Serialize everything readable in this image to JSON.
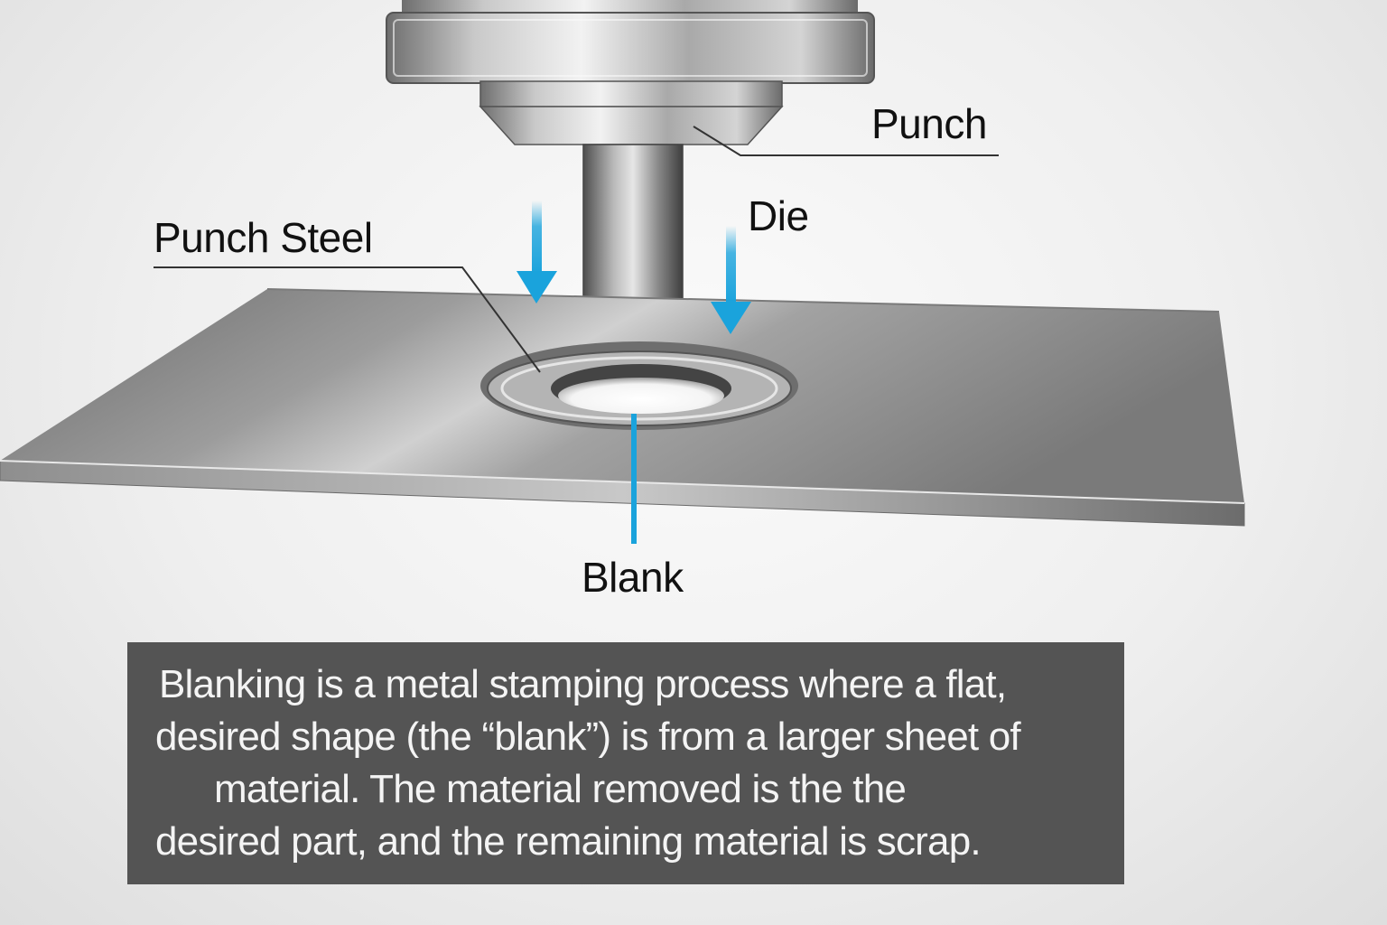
{
  "labels": {
    "punch": "Punch",
    "die": "Die",
    "punch_steel": "Punch Steel",
    "blank": "Blank"
  },
  "caption": {
    "lines": [
      "Blanking is a metal stamping process where a flat,",
      "desired shape (the “blank”) is from a larger sheet of",
      "material. The material removed is the the",
      "desired part, and the remaining material is scrap."
    ]
  },
  "colors": {
    "arrow": "#1aa3dc",
    "caption_background": "#545454",
    "caption_text": "#f4f4f4",
    "sheet_metal": "#9a9a9a"
  }
}
